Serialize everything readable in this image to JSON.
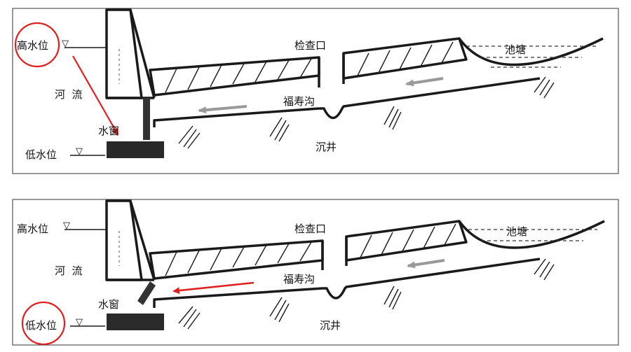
{
  "panels": [
    {
      "labels": {
        "high_water": "高水位",
        "river": "河  流",
        "window": "水窗",
        "low_water": "低水位",
        "inspection": "检查口",
        "ditch": "福寿沟",
        "well": "沉井",
        "pond": "池塘"
      },
      "circled": "high_water",
      "window_state": "closed"
    },
    {
      "labels": {
        "high_water": "高水位",
        "river": "河  流",
        "window": "水窗",
        "low_water": "低水位",
        "inspection": "检查口",
        "ditch": "福寿沟",
        "well": "沉井",
        "pond": "池塘"
      },
      "circled": "low_water",
      "window_state": "open"
    }
  ],
  "water_symbol": "▽",
  "colors": {
    "annotation": "#e02020",
    "flow_arrow": "#999999",
    "line": "#1a1a1a"
  }
}
